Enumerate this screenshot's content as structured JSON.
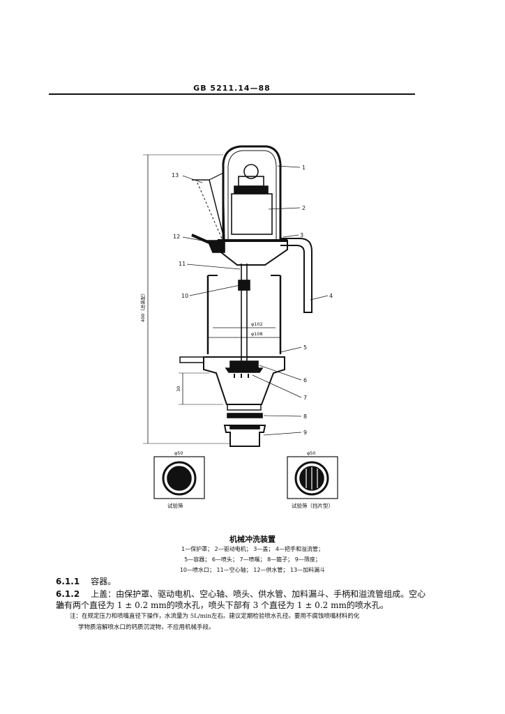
{
  "header": {
    "standard": "GB 5211.14—88"
  },
  "figure": {
    "callouts": [
      "1",
      "2",
      "3",
      "4",
      "5",
      "6",
      "7",
      "8",
      "9",
      "10",
      "11",
      "12",
      "13"
    ],
    "dim_height": "400（总装配）",
    "dim_small": "30",
    "dim_d102": "φ102",
    "dim_d108": "φ108",
    "dim_d50_left": "φ50",
    "dim_d50_right": "φ50",
    "sieve_left_label": "试验筛",
    "sieve_right_label": "试验筛（挡片型）"
  },
  "caption": {
    "title": "机械冲洗装置",
    "legend_line1": "1—保护罩； 2—驱动电机； 3—盖； 4—把手和溢流管；",
    "legend_line2": "5—容器； 6—喷头； 7—喷嘴； 8—箍子； 9—筛座；",
    "legend_line3": "10—喷水口； 11—空心轴； 12—供水管； 13—加料漏斗"
  },
  "text": {
    "s611_num": "6.1.1",
    "s611_text": "容器。",
    "s612_num": "6.1.2",
    "s612_text": "上盖：由保护罩、驱动电机、空心轴、喷头、供水管、加料漏斗、手柄和溢流管组成。空心轴",
    "s612_cont": "上有两个直径为 1 ± 0.2 mm的喷水孔，喷头下部有 3 个直径为 1 ± 0.2 mm的喷水孔。",
    "note_line1": "注：在规定压力和喷嘴直径下操作，水流量为 5L/min左右。建议定期检验喷水孔径。要用不腐蚀喷嘴材料的化",
    "note_line2": "学物质溶解喷水口的钙质沉淀物，不应用机械手段。"
  }
}
